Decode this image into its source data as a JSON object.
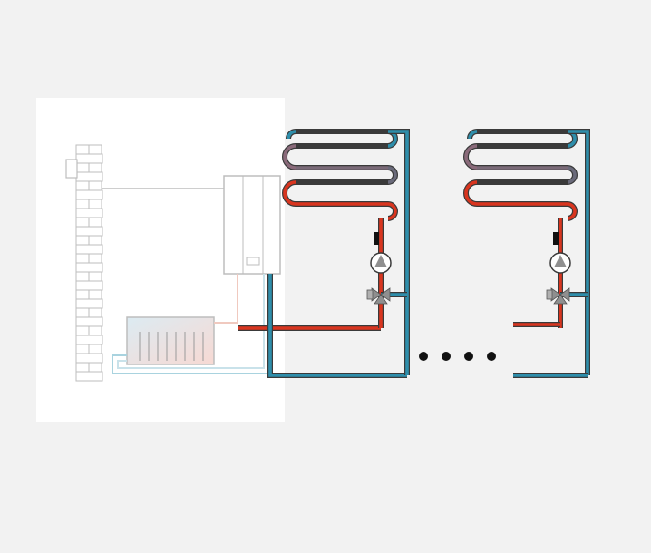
{
  "colors": {
    "background": "#f2f2f2",
    "panel": "#ffffff",
    "outline": "#bdbdbd",
    "supply_pipe": "#d9351f",
    "return_pipe": "#2e8eab",
    "pipe_outline": "#3a3a3a",
    "pump": "#8f8f8f",
    "sensor": "#111111",
    "dots": "#111111"
  },
  "components": {
    "boiler": "wall-hung-boiler",
    "chimney": "brick-flue",
    "storage_tank": "hot-water-cylinder",
    "heating_circuits": [
      {
        "id": "circuit-1",
        "pump": "circulation-pump",
        "valve": "mixing-valve",
        "sensor": "temperature-sensor"
      },
      {
        "id": "circuit-2",
        "pump": "circulation-pump",
        "valve": "mixing-valve",
        "sensor": "temperature-sensor"
      }
    ],
    "continuation": "ellipsis-dots"
  }
}
